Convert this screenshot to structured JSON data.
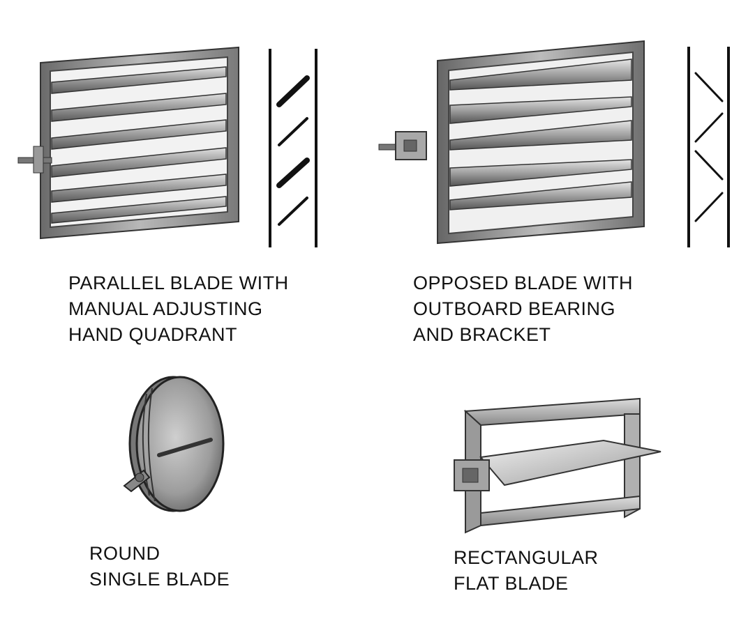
{
  "colors": {
    "ink": "#111111",
    "metal_dark": "#4a4a4a",
    "metal_mid": "#8c8c8c",
    "metal_light": "#d4d4d4",
    "background": "#ffffff"
  },
  "dampers": [
    {
      "id": "parallel",
      "lines": [
        "PARALLEL BLADE WITH",
        "MANUAL ADJUSTING",
        "HAND QUADRANT"
      ]
    },
    {
      "id": "opposed",
      "lines": [
        "OPPOSED BLADE WITH",
        "OUTBOARD BEARING",
        "AND BRACKET"
      ]
    },
    {
      "id": "round",
      "lines": [
        "ROUND",
        "SINGLE BLADE"
      ]
    },
    {
      "id": "rectangular",
      "lines": [
        "RECTANGULAR",
        "FLAT BLADE"
      ]
    }
  ]
}
